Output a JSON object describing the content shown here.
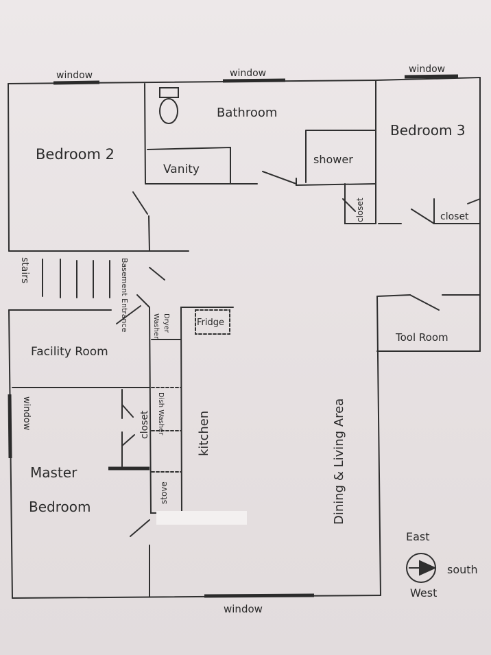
{
  "rooms": {
    "bedroom2": "Bedroom 2",
    "bathroom": "Bathroom",
    "bedroom3": "Bedroom 3",
    "vanity": "Vanity",
    "shower": "shower",
    "closet_bath": "closet",
    "closet_bed3": "closet",
    "stairs": "stairs",
    "basement_entrance": "Basement Entrance",
    "washer": "Washer",
    "dryer": "Dryer",
    "fridge": "Fridge",
    "tool_room": "Tool Room",
    "facility_room": "Facility Room",
    "dish_washer": "Dish Washer",
    "closet_master": "closet",
    "kitchen": "kitchen",
    "dining_living": "Dining & Living Area",
    "master_line1": "Master",
    "master_line2": "Bedroom",
    "stove": "stove"
  },
  "windows": {
    "top_left": "window",
    "top_middle": "window",
    "top_right": "window",
    "left_side": "window",
    "bottom": "window"
  },
  "compass": {
    "east": "East",
    "south": "south",
    "west": "West"
  },
  "colors": {
    "ink": "#2a2a2a",
    "paper": "#e9e4e5"
  }
}
